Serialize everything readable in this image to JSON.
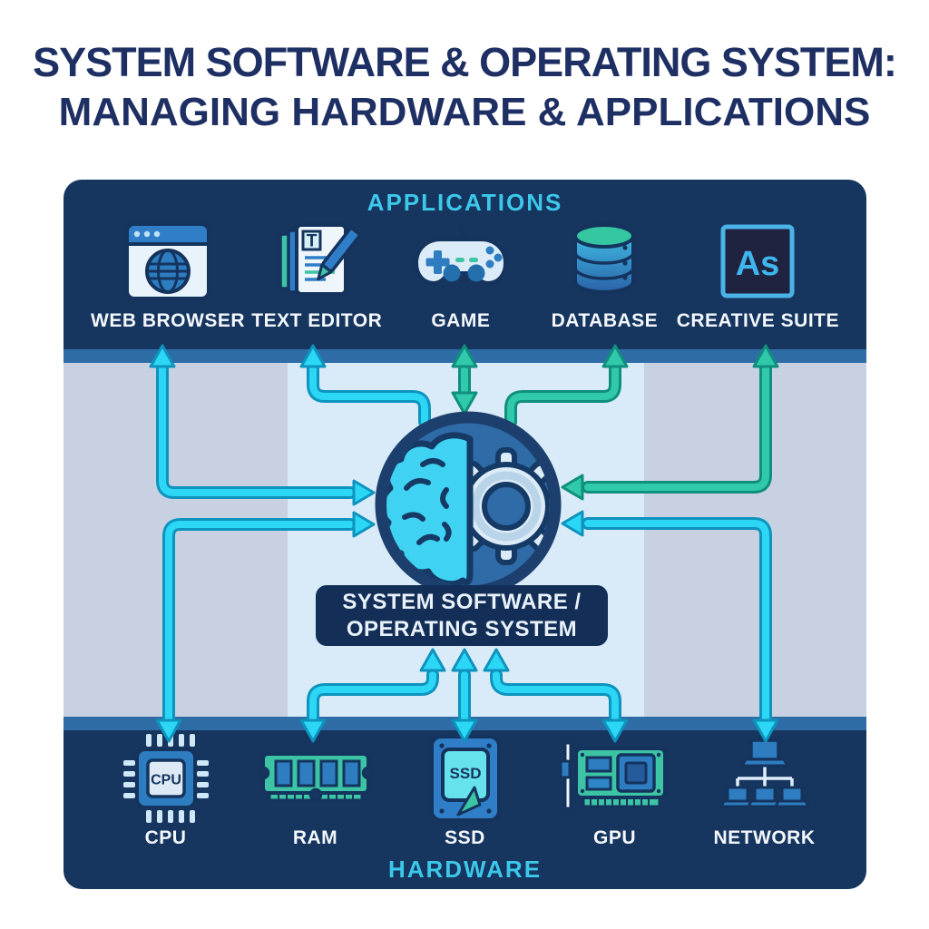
{
  "title": {
    "line1": "SYSTEM SOFTWARE & OPERATING SYSTEM:",
    "line2": "MANAGING HARDWARE & APPLICATIONS"
  },
  "applications": {
    "section_label": "APPLICATIONS",
    "items": [
      {
        "id": "web-browser",
        "label": "WEB BROWSER",
        "icon": "browser-globe-icon"
      },
      {
        "id": "text-editor",
        "label": "TEXT EDITOR",
        "icon": "document-pencil-icon",
        "icon_letter": "T"
      },
      {
        "id": "game",
        "label": "GAME",
        "icon": "gamepad-icon"
      },
      {
        "id": "database",
        "label": "DATABASE",
        "icon": "database-cylinder-icon"
      },
      {
        "id": "creative-suite",
        "label": "CREATIVE SUITE",
        "icon": "adobe-as-icon",
        "icon_text": "As"
      }
    ]
  },
  "os": {
    "label_line1": "SYSTEM SOFTWARE /",
    "label_line2": "OPERATING SYSTEM",
    "icon": "brain-gear-icon"
  },
  "hardware": {
    "section_label": "HARDWARE",
    "items": [
      {
        "id": "cpu",
        "label": "CPU",
        "icon": "cpu-chip-icon",
        "chip_text": "CPU"
      },
      {
        "id": "ram",
        "label": "RAM",
        "icon": "ram-stick-icon"
      },
      {
        "id": "ssd",
        "label": "SSD",
        "icon": "ssd-drive-icon",
        "chip_text": "SSD"
      },
      {
        "id": "gpu",
        "label": "GPU",
        "icon": "gpu-card-icon"
      },
      {
        "id": "network",
        "label": "NETWORK",
        "icon": "network-laptops-icon"
      }
    ]
  },
  "connections": [
    {
      "from": "WEB BROWSER",
      "to": "OS",
      "style": "cyan",
      "direction": "bidirectional"
    },
    {
      "from": "TEXT EDITOR",
      "to": "OS",
      "style": "cyan",
      "direction": "bidirectional"
    },
    {
      "from": "GAME",
      "to": "OS",
      "style": "teal",
      "direction": "bidirectional"
    },
    {
      "from": "DATABASE",
      "to": "OS",
      "style": "teal",
      "direction": "bidirectional"
    },
    {
      "from": "CREATIVE SUITE",
      "to": "OS",
      "style": "teal",
      "direction": "bidirectional"
    },
    {
      "from": "OS",
      "to": "CPU",
      "style": "cyan",
      "direction": "bidirectional"
    },
    {
      "from": "OS",
      "to": "RAM",
      "style": "cyan",
      "direction": "bidirectional"
    },
    {
      "from": "OS",
      "to": "SSD",
      "style": "cyan",
      "direction": "bidirectional"
    },
    {
      "from": "OS",
      "to": "GPU",
      "style": "cyan",
      "direction": "bidirectional"
    },
    {
      "from": "OS",
      "to": "NETWORK",
      "style": "cyan",
      "direction": "bidirectional"
    }
  ],
  "colors": {
    "title_navy": "#1e2f63",
    "band_navy": "#16355f",
    "band_edge_blue": "#2e6ca6",
    "cyan_label": "#3cc8ea",
    "arrow_cyan": "#2bd7f5",
    "arrow_teal": "#31c9ab",
    "stripe_gray": "#c7d1e1",
    "stripe_light": "#d9ebf8",
    "os_box_navy": "#142f57"
  }
}
